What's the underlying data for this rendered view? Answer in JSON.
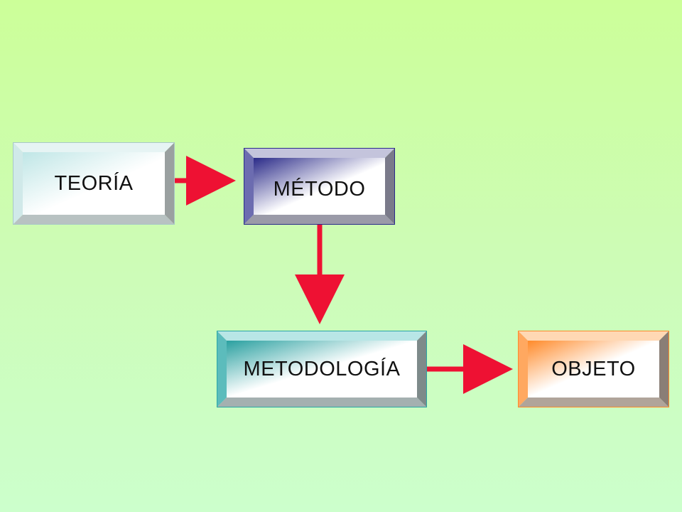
{
  "diagram": {
    "nodes": [
      {
        "id": "teoria",
        "label": "TEORÍA",
        "color": "#cfe8e8"
      },
      {
        "id": "metodo",
        "label": "MÉTODO",
        "color": "#2a2a8a"
      },
      {
        "id": "metodologia",
        "label": "METODOLOGÍA",
        "color": "#2aa5a5"
      },
      {
        "id": "objeto",
        "label": "OBJETO",
        "color": "#ff8a2a"
      }
    ],
    "edges": [
      {
        "from": "teoria",
        "to": "metodo"
      },
      {
        "from": "metodo",
        "to": "metodologia"
      },
      {
        "from": "metodologia",
        "to": "objeto"
      }
    ],
    "arrow_color": "#ee1133"
  }
}
